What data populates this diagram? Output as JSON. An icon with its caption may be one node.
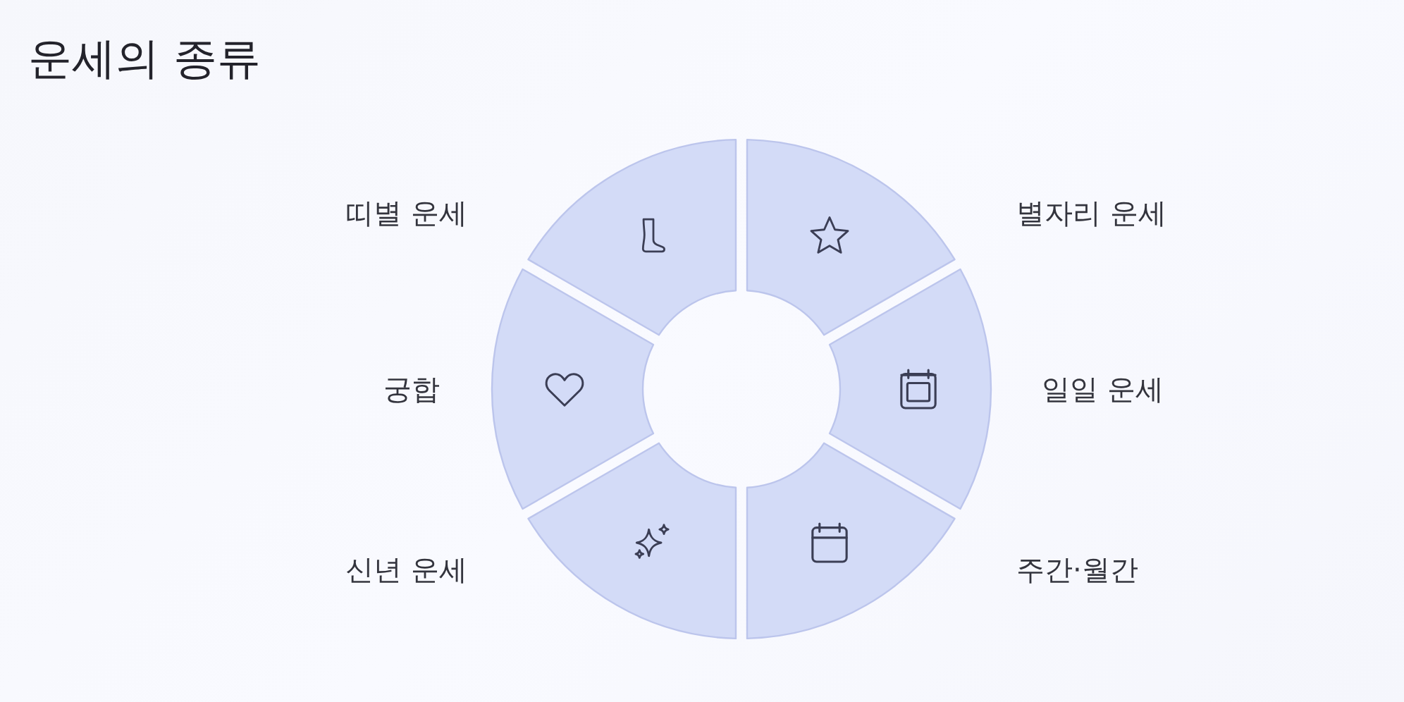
{
  "diagram": {
    "title": "운세의 종류",
    "nodes": [
      {
        "text": [],
        "shape": "sector",
        "beside": [
          "띠별 운세"
        ]
      },
      {
        "text": [],
        "shape": "sector",
        "beside": [
          "별자리 운세"
        ]
      },
      {
        "text": [],
        "shape": "sector",
        "beside": [
          "궁합"
        ]
      },
      {
        "text": [],
        "shape": "sector",
        "beside": [
          "일일 운세"
        ]
      },
      {
        "text": [],
        "shape": "sector",
        "beside": [
          "신년 운세"
        ]
      },
      {
        "text": [],
        "shape": "sector",
        "beside": [
          "주간·월간"
        ]
      }
    ],
    "edges": []
  }
}
